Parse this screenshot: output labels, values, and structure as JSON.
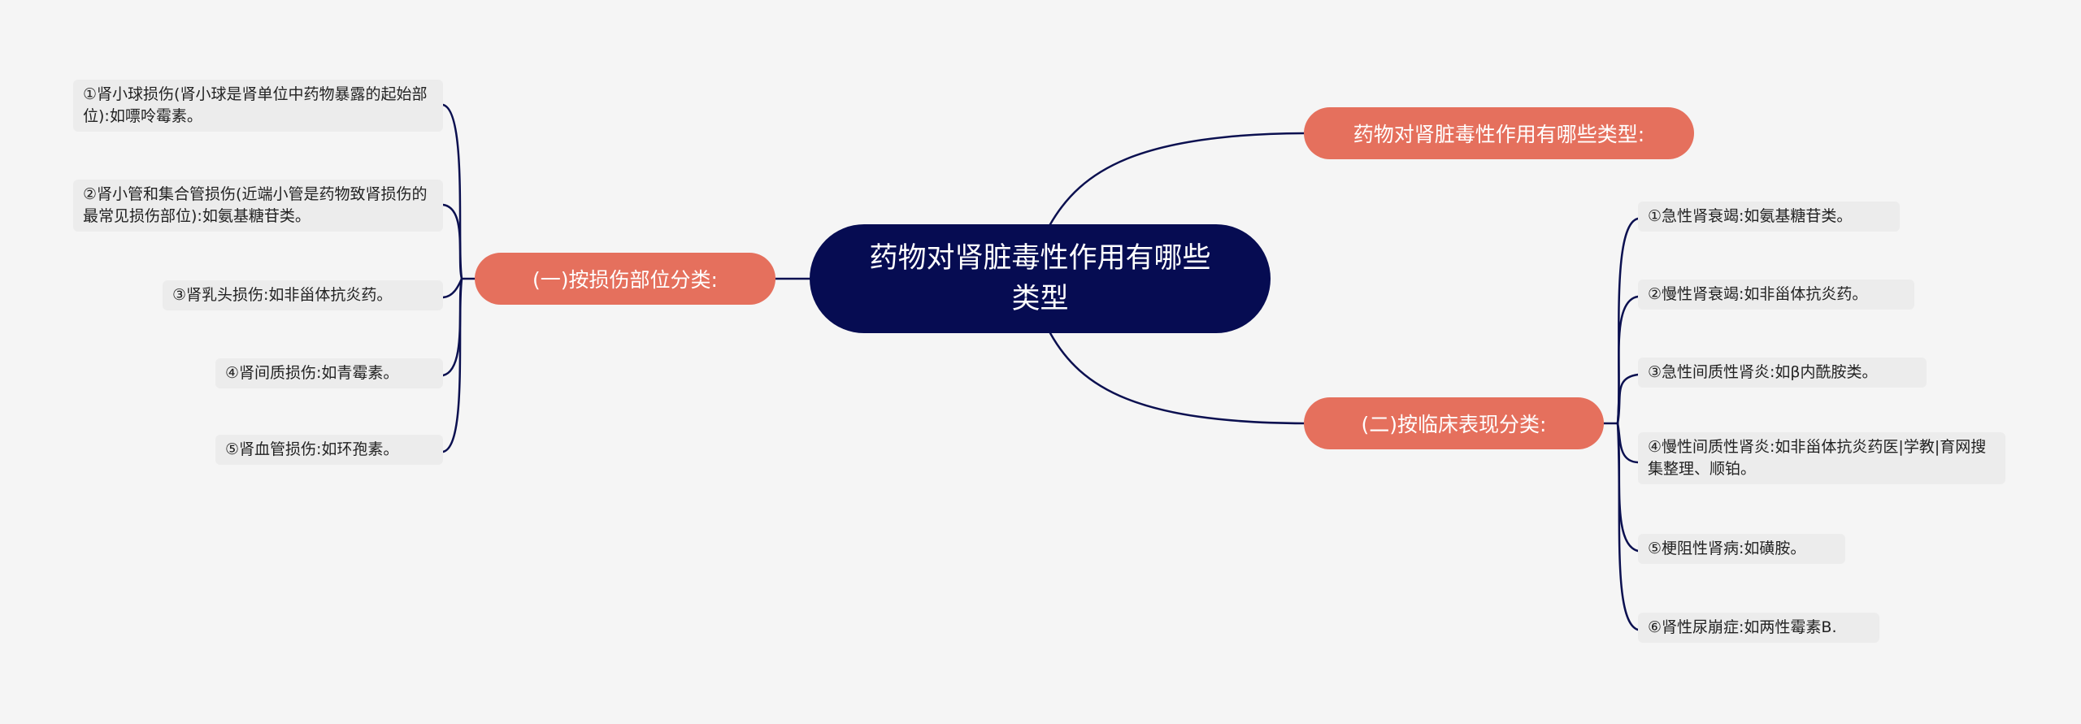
{
  "root": {
    "title": "药物对肾脏毒性作用有哪些类型"
  },
  "branches": {
    "types_question": {
      "label": "药物对肾脏毒性作用有哪些类型:"
    },
    "by_site": {
      "label": "(一)按损伤部位分类:",
      "items": [
        "①肾小球损伤(肾小球是肾单位中药物暴露的起始部位):如嘌呤霉素。",
        "②肾小管和集合管损伤(近端小管是药物致肾损伤的最常见损伤部位):如氨基糖苷类。",
        "③肾乳头损伤:如非甾体抗炎药。",
        "④肾间质损伤:如青霉素。",
        "⑤肾血管损伤:如环孢素。"
      ]
    },
    "by_clinical": {
      "label": "(二)按临床表现分类:",
      "items": [
        "①急性肾衰竭:如氨基糖苷类。",
        "②慢性肾衰竭:如非甾体抗炎药。",
        "③急性间质性肾炎:如β内酰胺类。",
        "④慢性间质性肾炎:如非甾体抗炎药医|学教|育网搜集整理、顺铂。",
        "⑤梗阻性肾病:如磺胺。",
        "⑥肾性尿崩症:如两性霉素B."
      ]
    }
  },
  "colors": {
    "background": "#f5f5f5",
    "root_fill": "#060c52",
    "branch_fill": "#e5705d",
    "leaf_fill": "#ececec",
    "connector": "#0b1050"
  }
}
